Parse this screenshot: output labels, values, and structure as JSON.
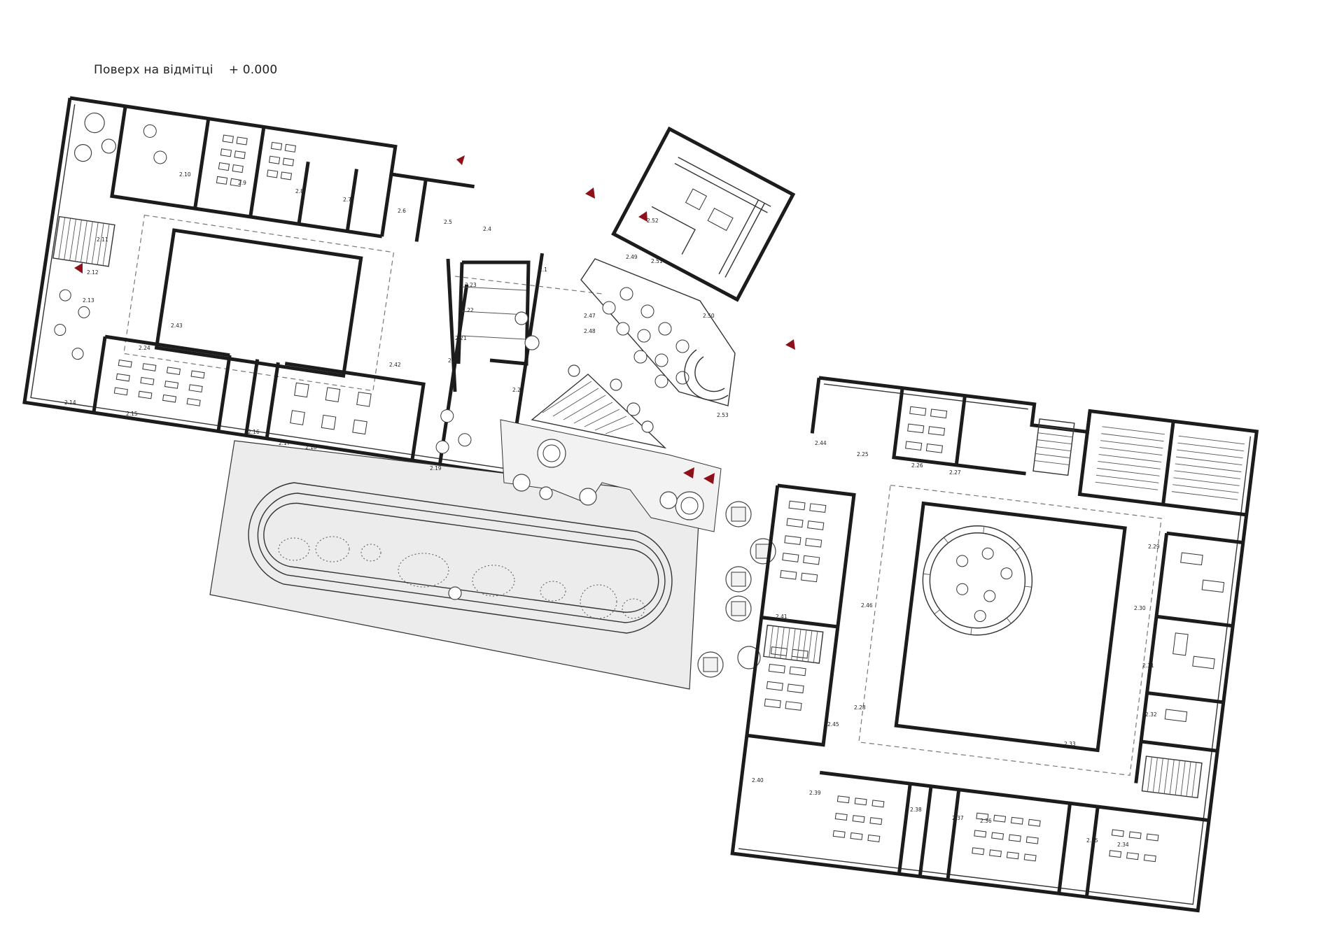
{
  "title": {
    "label": "Поверх на відмітці",
    "level": "+ 0.000"
  },
  "entrance_marker_color": "#8e1018",
  "room_labels": [
    "2.1",
    "2.2",
    "2.4",
    "2.5",
    "2.6",
    "2.7",
    "2.8",
    "2.9",
    "2.10",
    "2.11",
    "2.12",
    "2.13",
    "2.14",
    "2.15",
    "2.16",
    "2.17",
    "2.18",
    "2.19",
    "2.20",
    "2.21",
    "2.22",
    "2.23",
    "2.24",
    "2.25",
    "2.26",
    "2.27",
    "2.28",
    "2.29",
    "2.30",
    "2.31",
    "2.32",
    "2.33",
    "2.34",
    "2.35",
    "2.36",
    "2.37",
    "2.38",
    "2.39",
    "2.40",
    "2.41",
    "2.42",
    "2.43",
    "2.44",
    "2.45",
    "2.46",
    "2.47",
    "2.48",
    "2.49",
    "2.50",
    "2.51",
    "2.52",
    "2.53"
  ]
}
